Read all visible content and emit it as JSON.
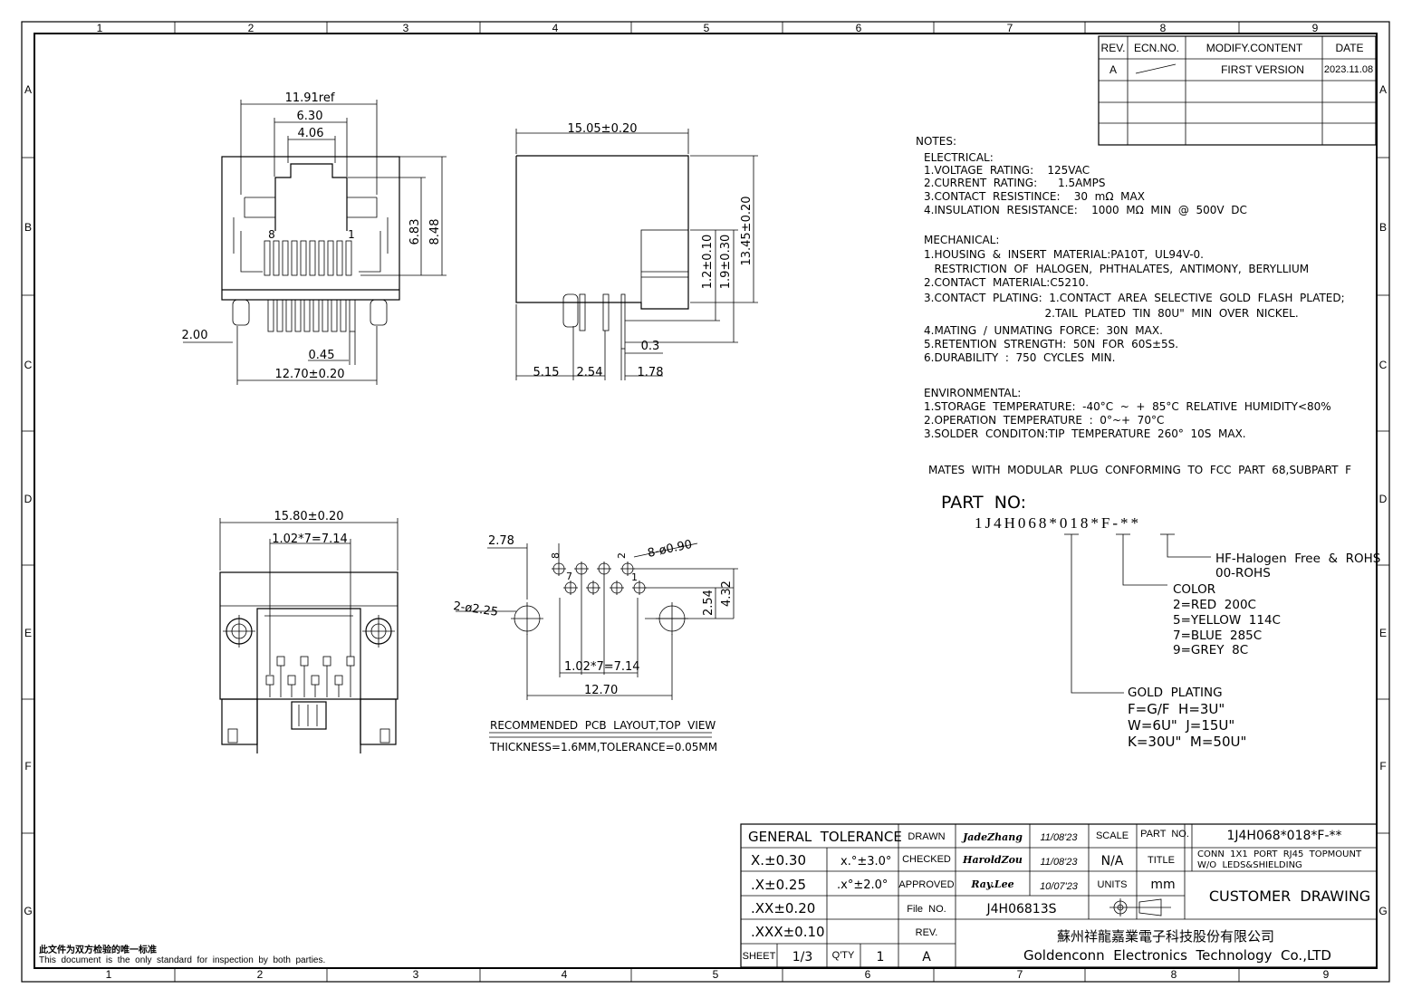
{
  "border": {
    "columns": [
      "1",
      "2",
      "3",
      "4",
      "5",
      "6",
      "7",
      "8",
      "9"
    ],
    "rows": [
      "A",
      "B",
      "C",
      "D",
      "E",
      "F",
      "G"
    ]
  },
  "revision_table": {
    "headers": [
      "REV.",
      "ECN.NO.",
      "MODIFY.CONTENT",
      "DATE"
    ],
    "rows": [
      {
        "rev": "A",
        "ecn": "",
        "content": "FIRST VERSION",
        "date": "2023.11.08"
      }
    ]
  },
  "notes": {
    "title": "NOTES:",
    "electrical": {
      "heading": "ELECTRICAL:",
      "lines": [
        "1.VOLTAGE  RATING:    125VAC",
        "2.CURRENT  RATING:      1.5AMPS",
        "3.CONTACT  RESISTINCE:    30  mΩ  MAX",
        "4.INSULATION  RESISTANCE:    1000  MΩ  MIN  @  500V  DC"
      ]
    },
    "mechanical": {
      "heading": "MECHANICAL:",
      "lines": [
        "1.HOUSING  &  INSERT  MATERIAL:PA10T,  UL94V-0.",
        "   RESTRICTION  OF  HALOGEN,  PHTHALATES,  ANTIMONY,  BERYLLIUM",
        "2.CONTACT  MATERIAL:C5210.",
        "3.CONTACT  PLATING:  1.CONTACT  AREA  SELECTIVE  GOLD  FLASH  PLATED;",
        "                                   2.TAIL  PLATED  TIN  80U\"  MIN  OVER  NICKEL.",
        "4.MATING  /  UNMATING  FORCE:  30N  MAX.",
        "5.RETENTION  STRENGTH:  50N  FOR  60S±5S.",
        "6.DURABILITY  :  750  CYCLES  MIN."
      ]
    },
    "environmental": {
      "heading": "ENVIRONMENTAL:",
      "lines": [
        "1.STORAGE  TEMPERATURE:  -40°C  ~  +  85°C  RELATIVE  HUMIDITY<80%",
        "2.OPERATION  TEMPERATURE  :  0°~+  70°C",
        "3.SOLDER  CONDITON:TIP  TEMPERATURE  260°  10S  MAX."
      ]
    },
    "mates": "MATES  WITH  MODULAR  PLUG  CONFORMING  TO  FCC  PART  68,SUBPART  F"
  },
  "part_no": {
    "label": "PART  NO:",
    "code": "1J4H068*018*F-**",
    "halogen": [
      "HF-Halogen  Free  &  ROHS",
      "00-ROHS"
    ],
    "color": [
      "COLOR",
      "2=RED  200C",
      "5=YELLOW  114C",
      "7=BLUE  285C",
      "9=GREY  8C"
    ],
    "gold": [
      "GOLD  PLATING",
      "F=G/F  H=3U\"",
      "W=6U\"  J=15U\"",
      "K=30U\"  M=50U\""
    ]
  },
  "dimensions": {
    "front": [
      "11.91ref",
      "6.30",
      "4.06",
      "6.83",
      "8.48",
      "8",
      "1",
      "2.00",
      "0.45",
      "12.70±0.20"
    ],
    "side": [
      "15.05±0.20",
      "13.45±0.20",
      "1.9±0.30",
      "1.2±0.10",
      "0.3",
      "5.15",
      "2.54",
      "1.78"
    ],
    "bottom": [
      "15.80±0.20",
      "1.02*7=7.14"
    ],
    "pcb": [
      "2.78",
      "8-ø0.90",
      "8",
      "2",
      "1",
      "7",
      "2-ø2.25",
      "2.54",
      "4.32",
      "1.02*7=7.14",
      "12.70"
    ]
  },
  "pcb_caption": {
    "title": "RECOMMENDED  PCB  LAYOUT,TOP  VIEW",
    "subtitle": "THICKNESS=1.6MM,TOLERANCE=0.05MM"
  },
  "title_block": {
    "general_tolerance": "GENERAL  TOLERANCE",
    "tol_linear": [
      "X.±0.30",
      ".X±0.25",
      ".XX±0.20",
      ".XXX±0.10"
    ],
    "tol_angle": [
      "x.°±3.0°",
      ".x°±2.0°"
    ],
    "drawn_label": "DRAWN",
    "drawn_by": "JadeZhang",
    "drawn_date": "11/08'23",
    "checked_label": "CHECKED",
    "checked_by": "HaroldZou",
    "checked_date": "11/08'23",
    "approved_label": "APPROVED",
    "approved_by": "Ray.Lee",
    "approved_date": "10/07'23",
    "file_label": "File  NO.",
    "file_no": "J4H06813S",
    "rev_label": "REV.",
    "rev": "A",
    "sheet_label": "SHEET",
    "sheet": "1/3",
    "qty_label": "Q'TY",
    "qty": "1",
    "scale_label": "SCALE",
    "scale": "N/A",
    "units_label": "UNITS",
    "units": "mm",
    "partno_label": "PART  NO.",
    "partno": "1J4H068*018*F-**",
    "title_label": "TITLE",
    "title_line1": "CONN  1X1  PORT  RJ45  TOPMOUNT",
    "title_line2": "W/O  LEDS&SHIELDING",
    "drawing_type": "CUSTOMER  DRAWING",
    "company_cn": "蘇州祥龍嘉業電子科技股份有限公司",
    "company_en": "Goldenconn  Electronics  Technology  Co.,LTD"
  },
  "footer": {
    "cn": "此文件为双方检验的唯一标准",
    "en": "This  document  is  the  only  standard  for  inspection  by  both  parties."
  }
}
